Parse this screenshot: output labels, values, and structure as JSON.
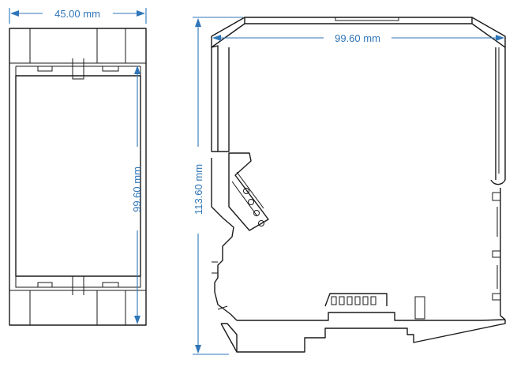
{
  "dimensions": {
    "width": "45.00 mm",
    "inner_height_front": "99.60 mm",
    "total_height": "113.60 mm",
    "depth": "99.60 mm"
  },
  "colors": {
    "dimension_line": "#2f76b8",
    "outline": "#1a1a1a",
    "background": "#ffffff"
  }
}
